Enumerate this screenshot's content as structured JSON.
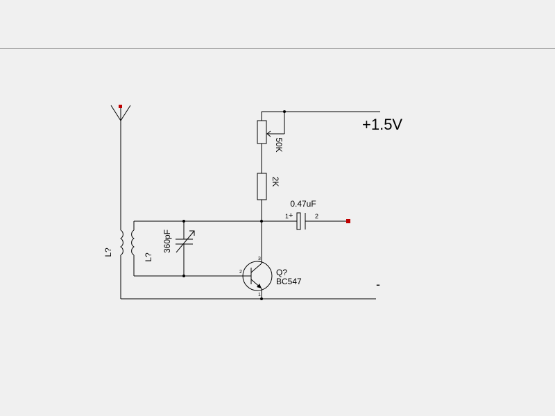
{
  "schematic": {
    "supply_label": "+1.5V",
    "ground_label": "-",
    "potentiometer": {
      "value": "50K"
    },
    "resistor": {
      "value": "2K"
    },
    "capacitor": {
      "value": "0.47uF",
      "pin1": "1",
      "pin2": "2",
      "polarity": "+"
    },
    "variable_capacitor": {
      "value": "360pF"
    },
    "inductor_primary": {
      "ref": "L?"
    },
    "inductor_secondary": {
      "ref": "L?"
    },
    "transistor": {
      "ref": "Q?",
      "value": "BC547",
      "pin_base": "2",
      "pin_collector": "3",
      "pin_emitter": "1"
    }
  },
  "colors": {
    "background": "#f0f0f0",
    "wire": "#000000",
    "pin_marker": "#c00000",
    "divider": "#7a7a7a"
  }
}
